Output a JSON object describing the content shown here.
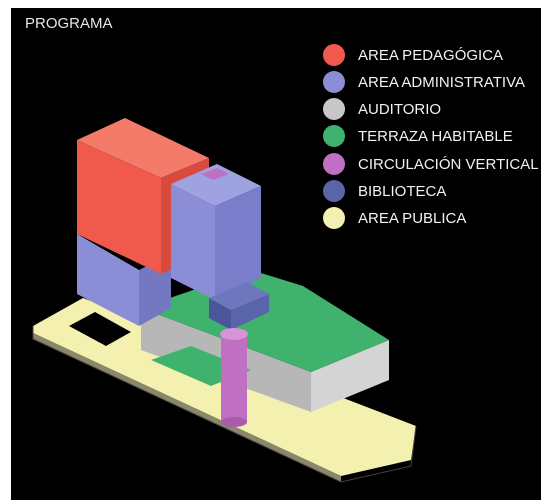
{
  "title": "PROGRAMA",
  "legend": [
    {
      "label": "AREA PEDAGÓGICA",
      "color": "#ef5a4c"
    },
    {
      "label": "AREA ADMINISTRATIVA",
      "color": "#8b8ed6"
    },
    {
      "label": "AUDITORIO",
      "color": "#c7c7c7"
    },
    {
      "label": "TERRAZA HABITABLE",
      "color": "#3fb36e"
    },
    {
      "label": "CIRCULACIÓN VERTICAL",
      "color": "#c070c2"
    },
    {
      "label": "BIBLIOTECA",
      "color": "#5a64a8"
    },
    {
      "label": "AREA PUBLICA",
      "color": "#f4f1b0"
    }
  ],
  "colors": {
    "background": "#000000",
    "pedagogica": "#ef5a4c",
    "administrativa": "#8b8ed6",
    "auditorio": "#c7c7c7",
    "terraza": "#3fb36e",
    "circulacion": "#c070c2",
    "biblioteca": "#5a64a8",
    "publica": "#f4f1b0"
  }
}
